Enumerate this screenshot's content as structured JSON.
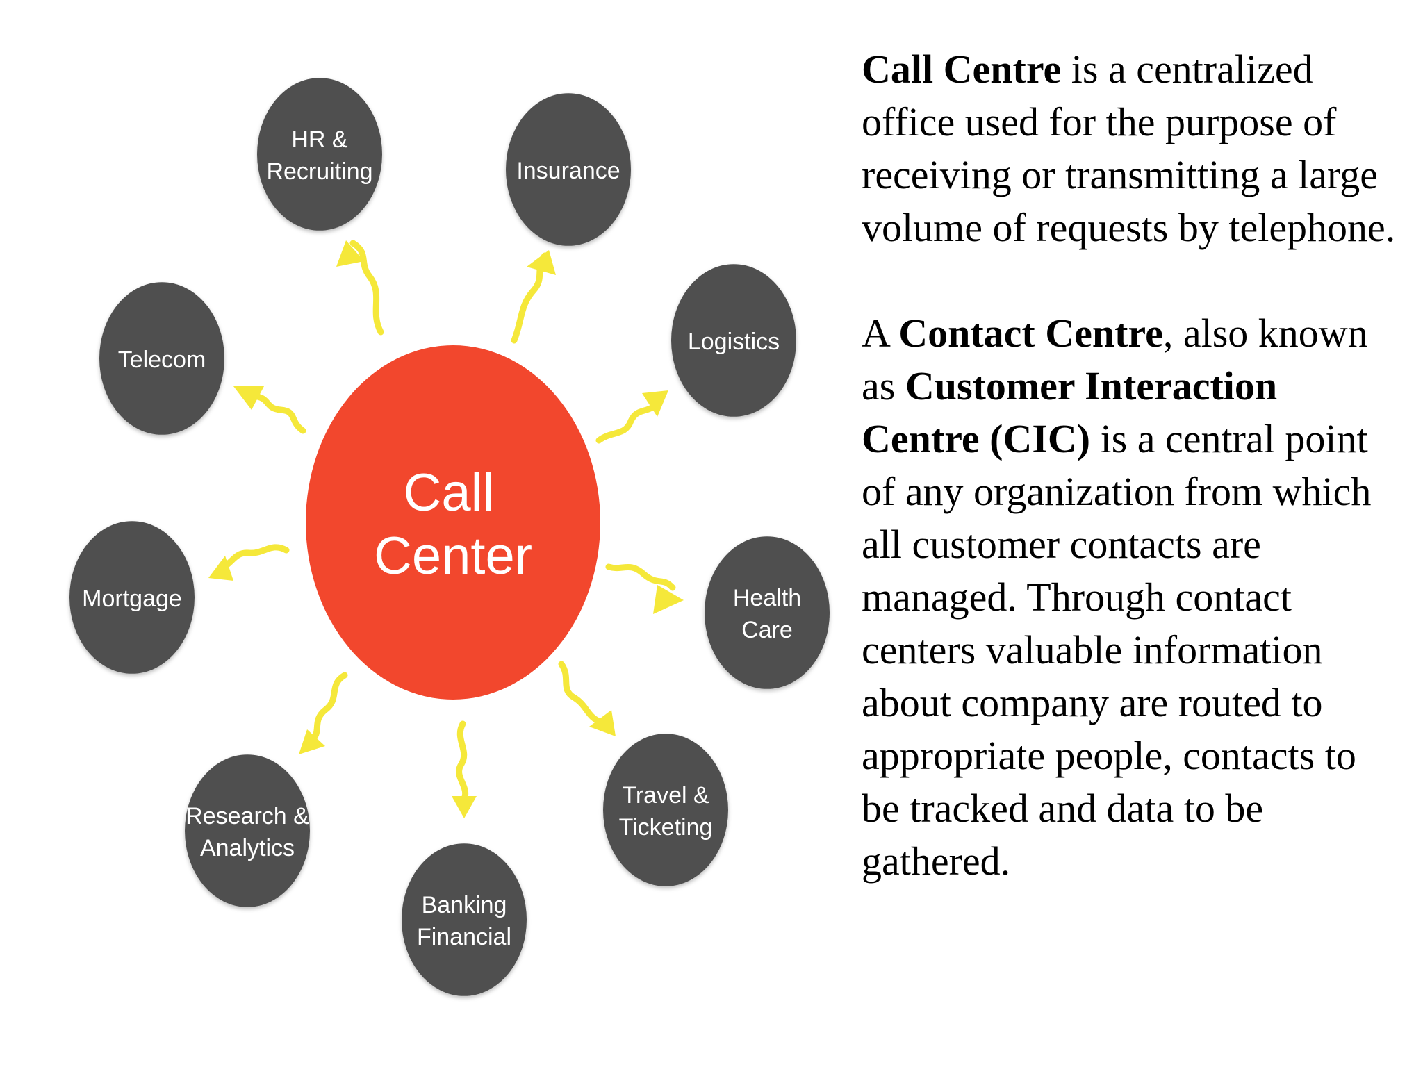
{
  "colors": {
    "hub": "#f2472d",
    "node": "#4f4f4f",
    "arrow": "#f5e83a",
    "node_text": "#ffffff",
    "body_text": "#000000"
  },
  "diagram": {
    "hub": {
      "lines": [
        "Call",
        "Center"
      ]
    },
    "nodes": [
      {
        "id": "hr-recruiting",
        "lines": [
          "HR &",
          "Recruiting"
        ]
      },
      {
        "id": "insurance",
        "lines": [
          "Insurance"
        ]
      },
      {
        "id": "logistics",
        "lines": [
          "Logistics"
        ]
      },
      {
        "id": "health-care",
        "lines": [
          "Health",
          "Care"
        ]
      },
      {
        "id": "travel-ticketing",
        "lines": [
          "Travel &",
          "Ticketing"
        ]
      },
      {
        "id": "banking-financial",
        "lines": [
          "Banking",
          "Financial"
        ]
      },
      {
        "id": "research-analytics",
        "lines": [
          "Research &",
          "Analytics"
        ]
      },
      {
        "id": "mortgage",
        "lines": [
          "Mortgage"
        ]
      },
      {
        "id": "telecom",
        "lines": [
          "Telecom"
        ]
      }
    ]
  },
  "text": {
    "p1": {
      "term": "Call Centre",
      "rest": " is a centralized office used for the purpose of receiving or transmitting a large volume of requests by telephone."
    },
    "p2": {
      "a": "A ",
      "term1": "Contact Centre",
      "mid": ", also known as ",
      "term2": "Customer Interaction Centre (CIC)",
      "rest": " is a central point of any organization from which all customer contacts are managed. Through contact centers valuable information about company are routed to appropriate people, contacts to be tracked and data to be gathered."
    }
  }
}
